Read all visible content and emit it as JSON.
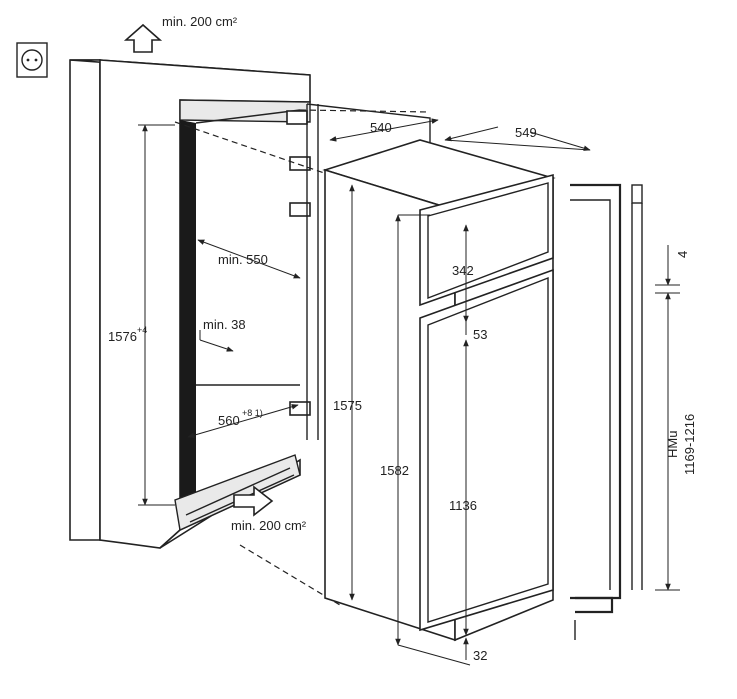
{
  "labels": {
    "vent_top": "min. 200 cm²",
    "vent_bottom": "min. 200 cm²",
    "min_550": "min. 550",
    "min_38": "min. 38",
    "d540": "540",
    "d549": "549",
    "h1576": "1576",
    "h1576_tol": "+4",
    "w560": "560",
    "w560_tol": "+8 1)",
    "h1575": "1575",
    "h1582": "1582",
    "h342": "342",
    "g53": "53",
    "h1136": "1136",
    "g32": "32",
    "g4": "4",
    "hmu_label": "HMu",
    "hmu_range": "1169-1216"
  }
}
